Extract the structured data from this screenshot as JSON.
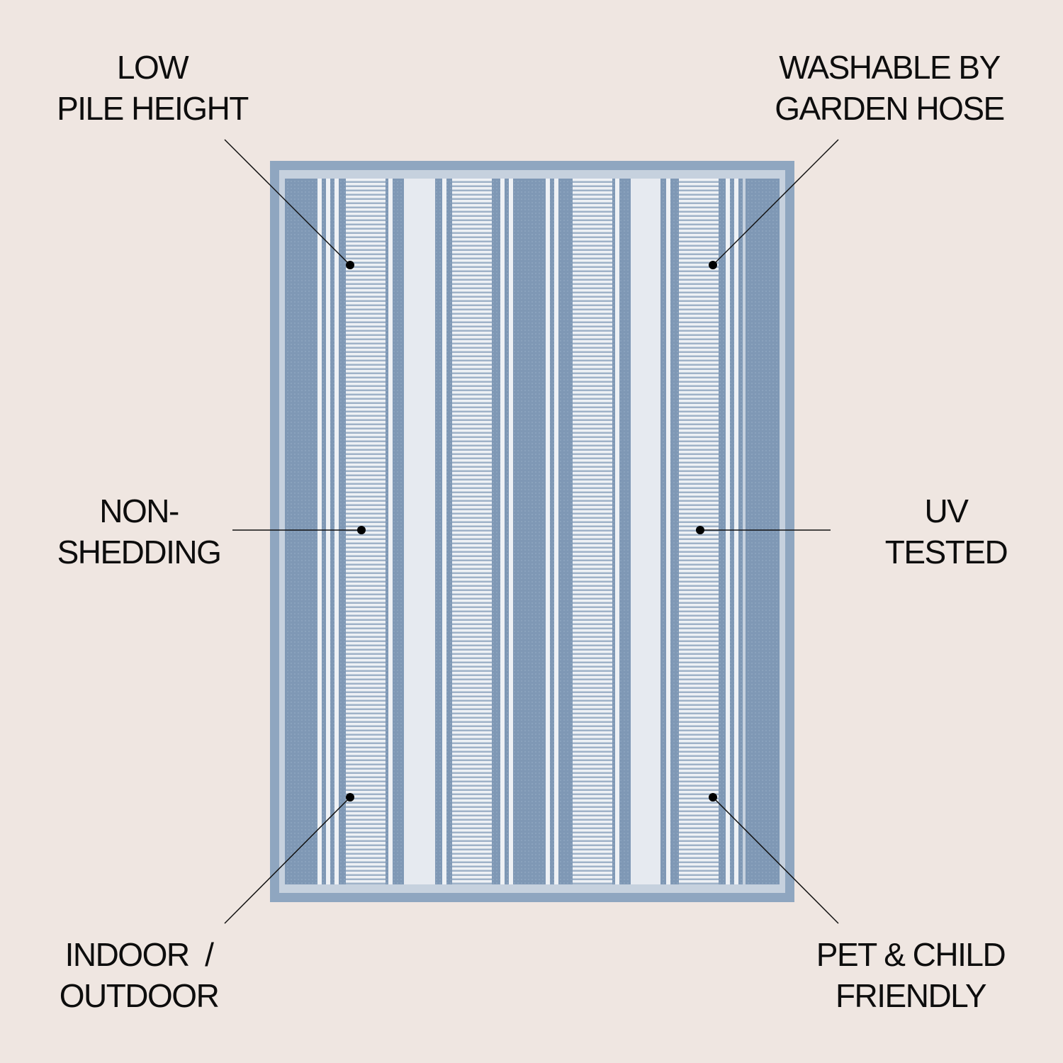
{
  "colors": {
    "background": "#efe6e1",
    "rug_blue": "#7d96b4",
    "rug_light": "#dfe3ea",
    "rug_white": "#eef1f5",
    "text": "#0d0d0d"
  },
  "features": {
    "top_left": {
      "line1": "LOW",
      "line2": "PILE HEIGHT"
    },
    "top_right": {
      "line1": "WASHABLE BY",
      "line2": "GARDEN HOSE"
    },
    "mid_left": {
      "line1": "NON-",
      "line2": "SHEDDING"
    },
    "mid_right": {
      "line1": "UV",
      "line2": "TESTED"
    },
    "bottom_left": {
      "line1": "INDOOR  /",
      "line2": "OUTDOOR"
    },
    "bottom_right": {
      "line1": "PET & CHILD",
      "line2": "FRIENDLY"
    }
  }
}
